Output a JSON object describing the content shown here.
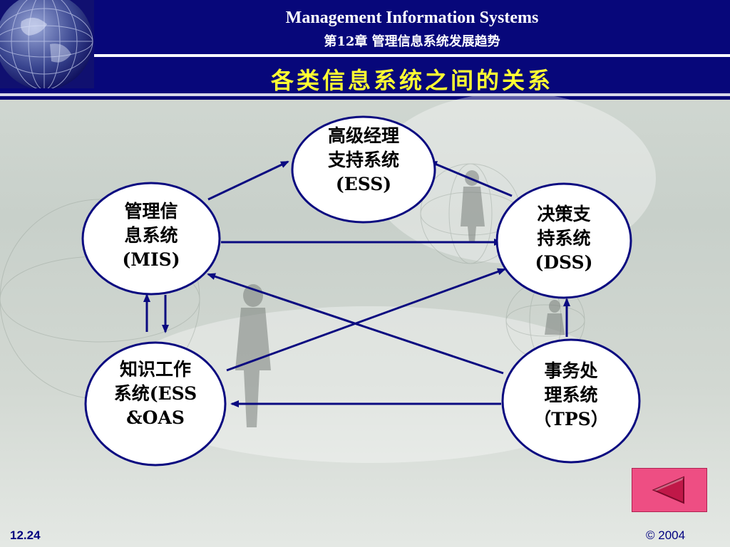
{
  "header": {
    "course_title": "Management Information Systems",
    "chapter_title": "第12章 管理信息系统发展趋势",
    "slide_title": "各类信息系统之间的关系"
  },
  "nodes": {
    "ess": {
      "line1": "高级经理",
      "line2": "支持系统",
      "line3": "(ESS)"
    },
    "mis": {
      "line1": "管理信",
      "line2": "息系统",
      "line3": "(MIS)"
    },
    "dss": {
      "line1": "决策支",
      "line2": "持系统",
      "line3": "(DSS)"
    },
    "kws": {
      "line1": "知识工作",
      "line2": "系统(ESS",
      "line3": "&OAS"
    },
    "tps": {
      "line1": "事务处",
      "line2": "理系统",
      "line3": "（TPS）"
    }
  },
  "connections": [
    {
      "from": "MIS",
      "to": "ESS"
    },
    {
      "from": "DSS",
      "to": "ESS"
    },
    {
      "from": "MIS",
      "to": "DSS"
    },
    {
      "from": "TPS",
      "to": "MIS"
    },
    {
      "from": "KWS",
      "to": "DSS"
    },
    {
      "from": "MIS",
      "to": "KWS"
    },
    {
      "from": "KWS",
      "to": "MIS"
    },
    {
      "from": "TPS",
      "to": "DSS"
    },
    {
      "from": "TPS",
      "to": "KWS"
    }
  ],
  "footer": {
    "slide_number": "12.24",
    "copyright": "© 2004"
  },
  "colors": {
    "header_blue": "#07077a",
    "title_yellow": "#ffff33",
    "node_border": "#0a0a80",
    "arrow": "#0a0a80",
    "back_button": "#ee4e83"
  },
  "icons": {
    "back_button": "left-triangle-icon",
    "logo": "globe-icon"
  }
}
